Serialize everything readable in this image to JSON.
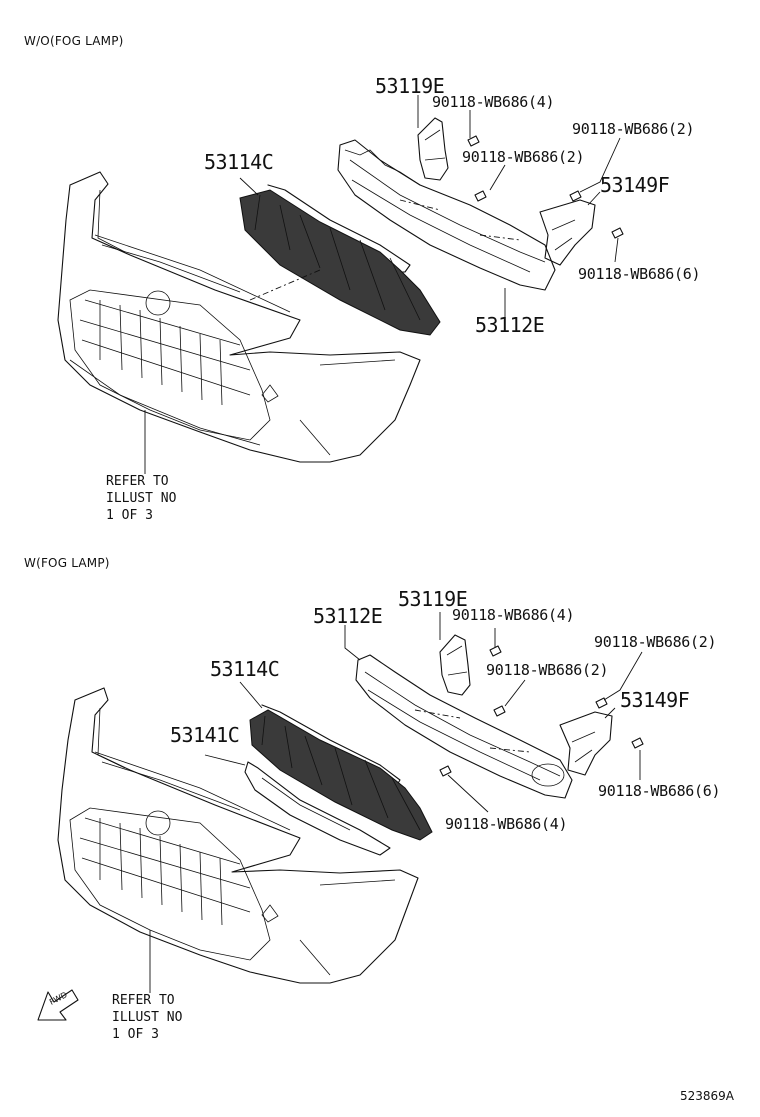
{
  "sections": [
    {
      "heading": "W/O(FOG LAMP)",
      "labels": {
        "bracket_part": "53119E",
        "bolt_4": "90118-WB686(4)",
        "bolt_2a": "90118-WB686(2)",
        "bolt_2b": "90118-WB686(2)",
        "grille": "53114C",
        "support": "53149F",
        "bolt_6": "90118-WB686(6)",
        "radiator_grille": "53112E"
      },
      "refer": "REFER TO\nILLUST NO\n1 OF 3"
    },
    {
      "heading": "W(FOG LAMP)",
      "labels": {
        "bracket_part": "53119E",
        "radiator_grille": "53112E",
        "bolt_4_top": "90118-WB686(4)",
        "bolt_2a": "90118-WB686(2)",
        "bolt_2b": "90118-WB686(2)",
        "grille": "53114C",
        "support": "53149F",
        "lower_grille": "53141C",
        "bolt_6": "90118-WB686(6)",
        "bolt_4_bottom": "90118-WB686(4)"
      },
      "refer": "REFER TO\nILLUST NO\n1 OF 3"
    }
  ],
  "fwd_marker": "FWD",
  "illustration_code": "523869A"
}
